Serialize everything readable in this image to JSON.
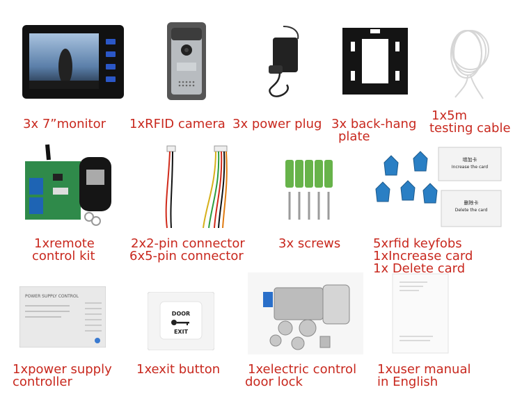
{
  "items": {
    "monitor": {
      "label": "3x 7”monitor"
    },
    "camera": {
      "label": "1xRFID camera"
    },
    "power_plug": {
      "label": "3x power plug"
    },
    "back_hang": {
      "line1": "3x back-hang",
      "line2": "plate"
    },
    "cable": {
      "line1": "1x5m",
      "line2": "testing cable"
    },
    "remote": {
      "line1": "1xremote",
      "line2": "control kit"
    },
    "connectors": {
      "line1": "2x2-pin connector",
      "line2": "6x5-pin connector"
    },
    "screws": {
      "label": "3x screws"
    },
    "keyfobs": {
      "line1": "5xrfid keyfobs",
      "line2": "1xIncrease card",
      "line3": "1x Delete card",
      "card_increase_text": "Increase the card",
      "card_increase_cn": "增加卡",
      "card_delete_text": "Delete the card",
      "card_delete_cn": "删除卡"
    },
    "power_supply": {
      "line1": "1xpower supply",
      "line2": "controller",
      "panel_title": "POWER SUPPLY CONTROL"
    },
    "exit_button": {
      "label": "1xexit button",
      "door_text": "DOOR",
      "exit_text": "EXIT"
    },
    "door_lock": {
      "line1": "1xelectric control",
      "line2": "door lock"
    },
    "manual": {
      "line1": "1xuser manual",
      "line2": "in English"
    }
  },
  "colors": {
    "label": "#c8281e"
  }
}
